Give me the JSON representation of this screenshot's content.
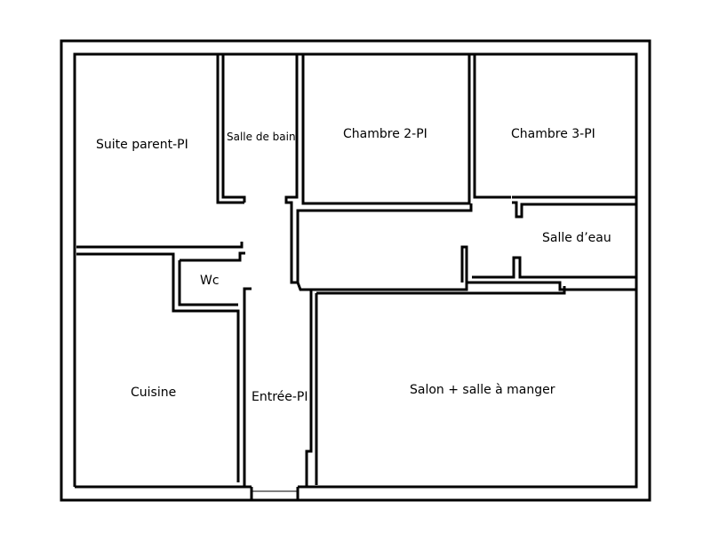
{
  "plan": {
    "rooms": {
      "suite_parent": "Suite parent-PI",
      "salle_de_bain": "Salle de bain",
      "chambre_2": "Chambre 2-PI",
      "chambre_3": "Chambre 3-PI",
      "salle_deau": "Salle d’eau",
      "wc": "Wc",
      "cuisine": "Cuisine",
      "entree": "Entrée-PI",
      "salon": "Salon + salle à manger"
    },
    "wall_color": "#000000",
    "background_color": "#ffffff"
  }
}
